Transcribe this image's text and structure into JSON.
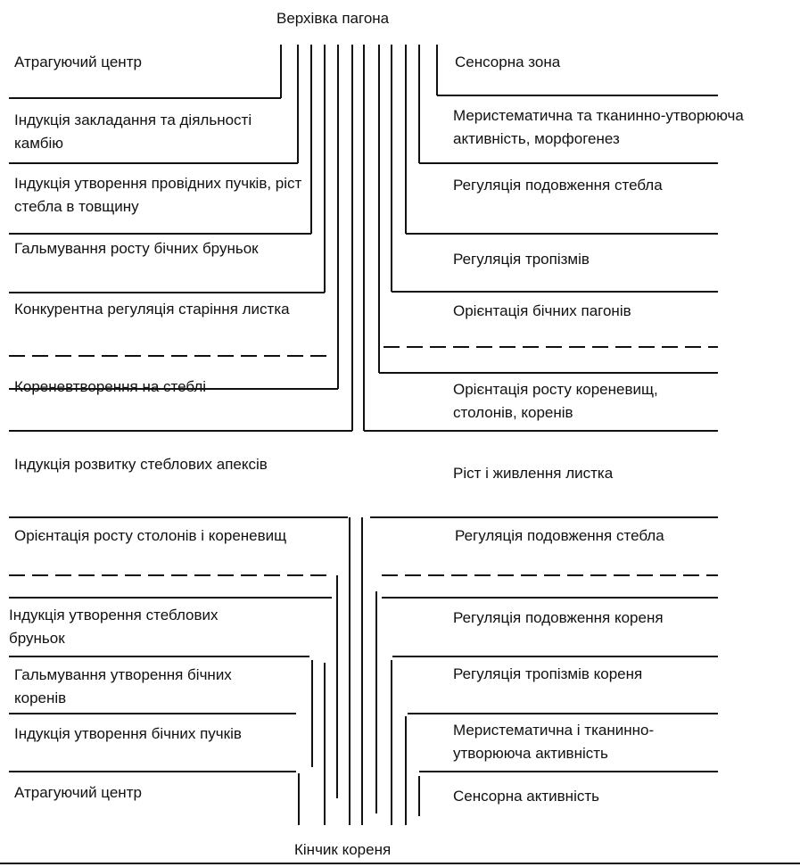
{
  "top_label": "Верхівка пагона",
  "bottom_label": "Кінчик кореня",
  "left_upper": [
    "Атрагуючий центр",
    "Індукція закладання та діяльності камбію",
    "Індукція утворення провідних пучків, ріст стебла в товщину",
    "Гальмування росту бічних бруньок",
    "Конкурентна регуляція старіння листка",
    "Кореневтворення на стеблі"
  ],
  "right_upper": [
    "Сенсорна зона",
    "Меристематична та тканинно-утворююча активність, морфогенез",
    "Регуляція подовження стебла",
    "Регуляція тропізмів",
    "Орієнтація бічних пагонів",
    "Орієнтація росту кореневищ, столонів, коренів"
  ],
  "middle": {
    "left": "Індукція розвитку стеблових апексів",
    "right": "Ріст і живлення листка"
  },
  "left_lower": [
    "Орієнтація росту столонів і кореневищ",
    "Індукція утворення стеблових бруньок",
    "Гальмування утворення бічних коренів",
    "Індукція утворення бічних пучків",
    "Атрагуючий центр"
  ],
  "right_lower": [
    "Регуляція подовження стебла",
    "Регуляція подовження кореня",
    "Регуляція тропізмів кореня",
    "Меристематична і тканинно-утворююча активність",
    "Сенсорна активність"
  ]
}
